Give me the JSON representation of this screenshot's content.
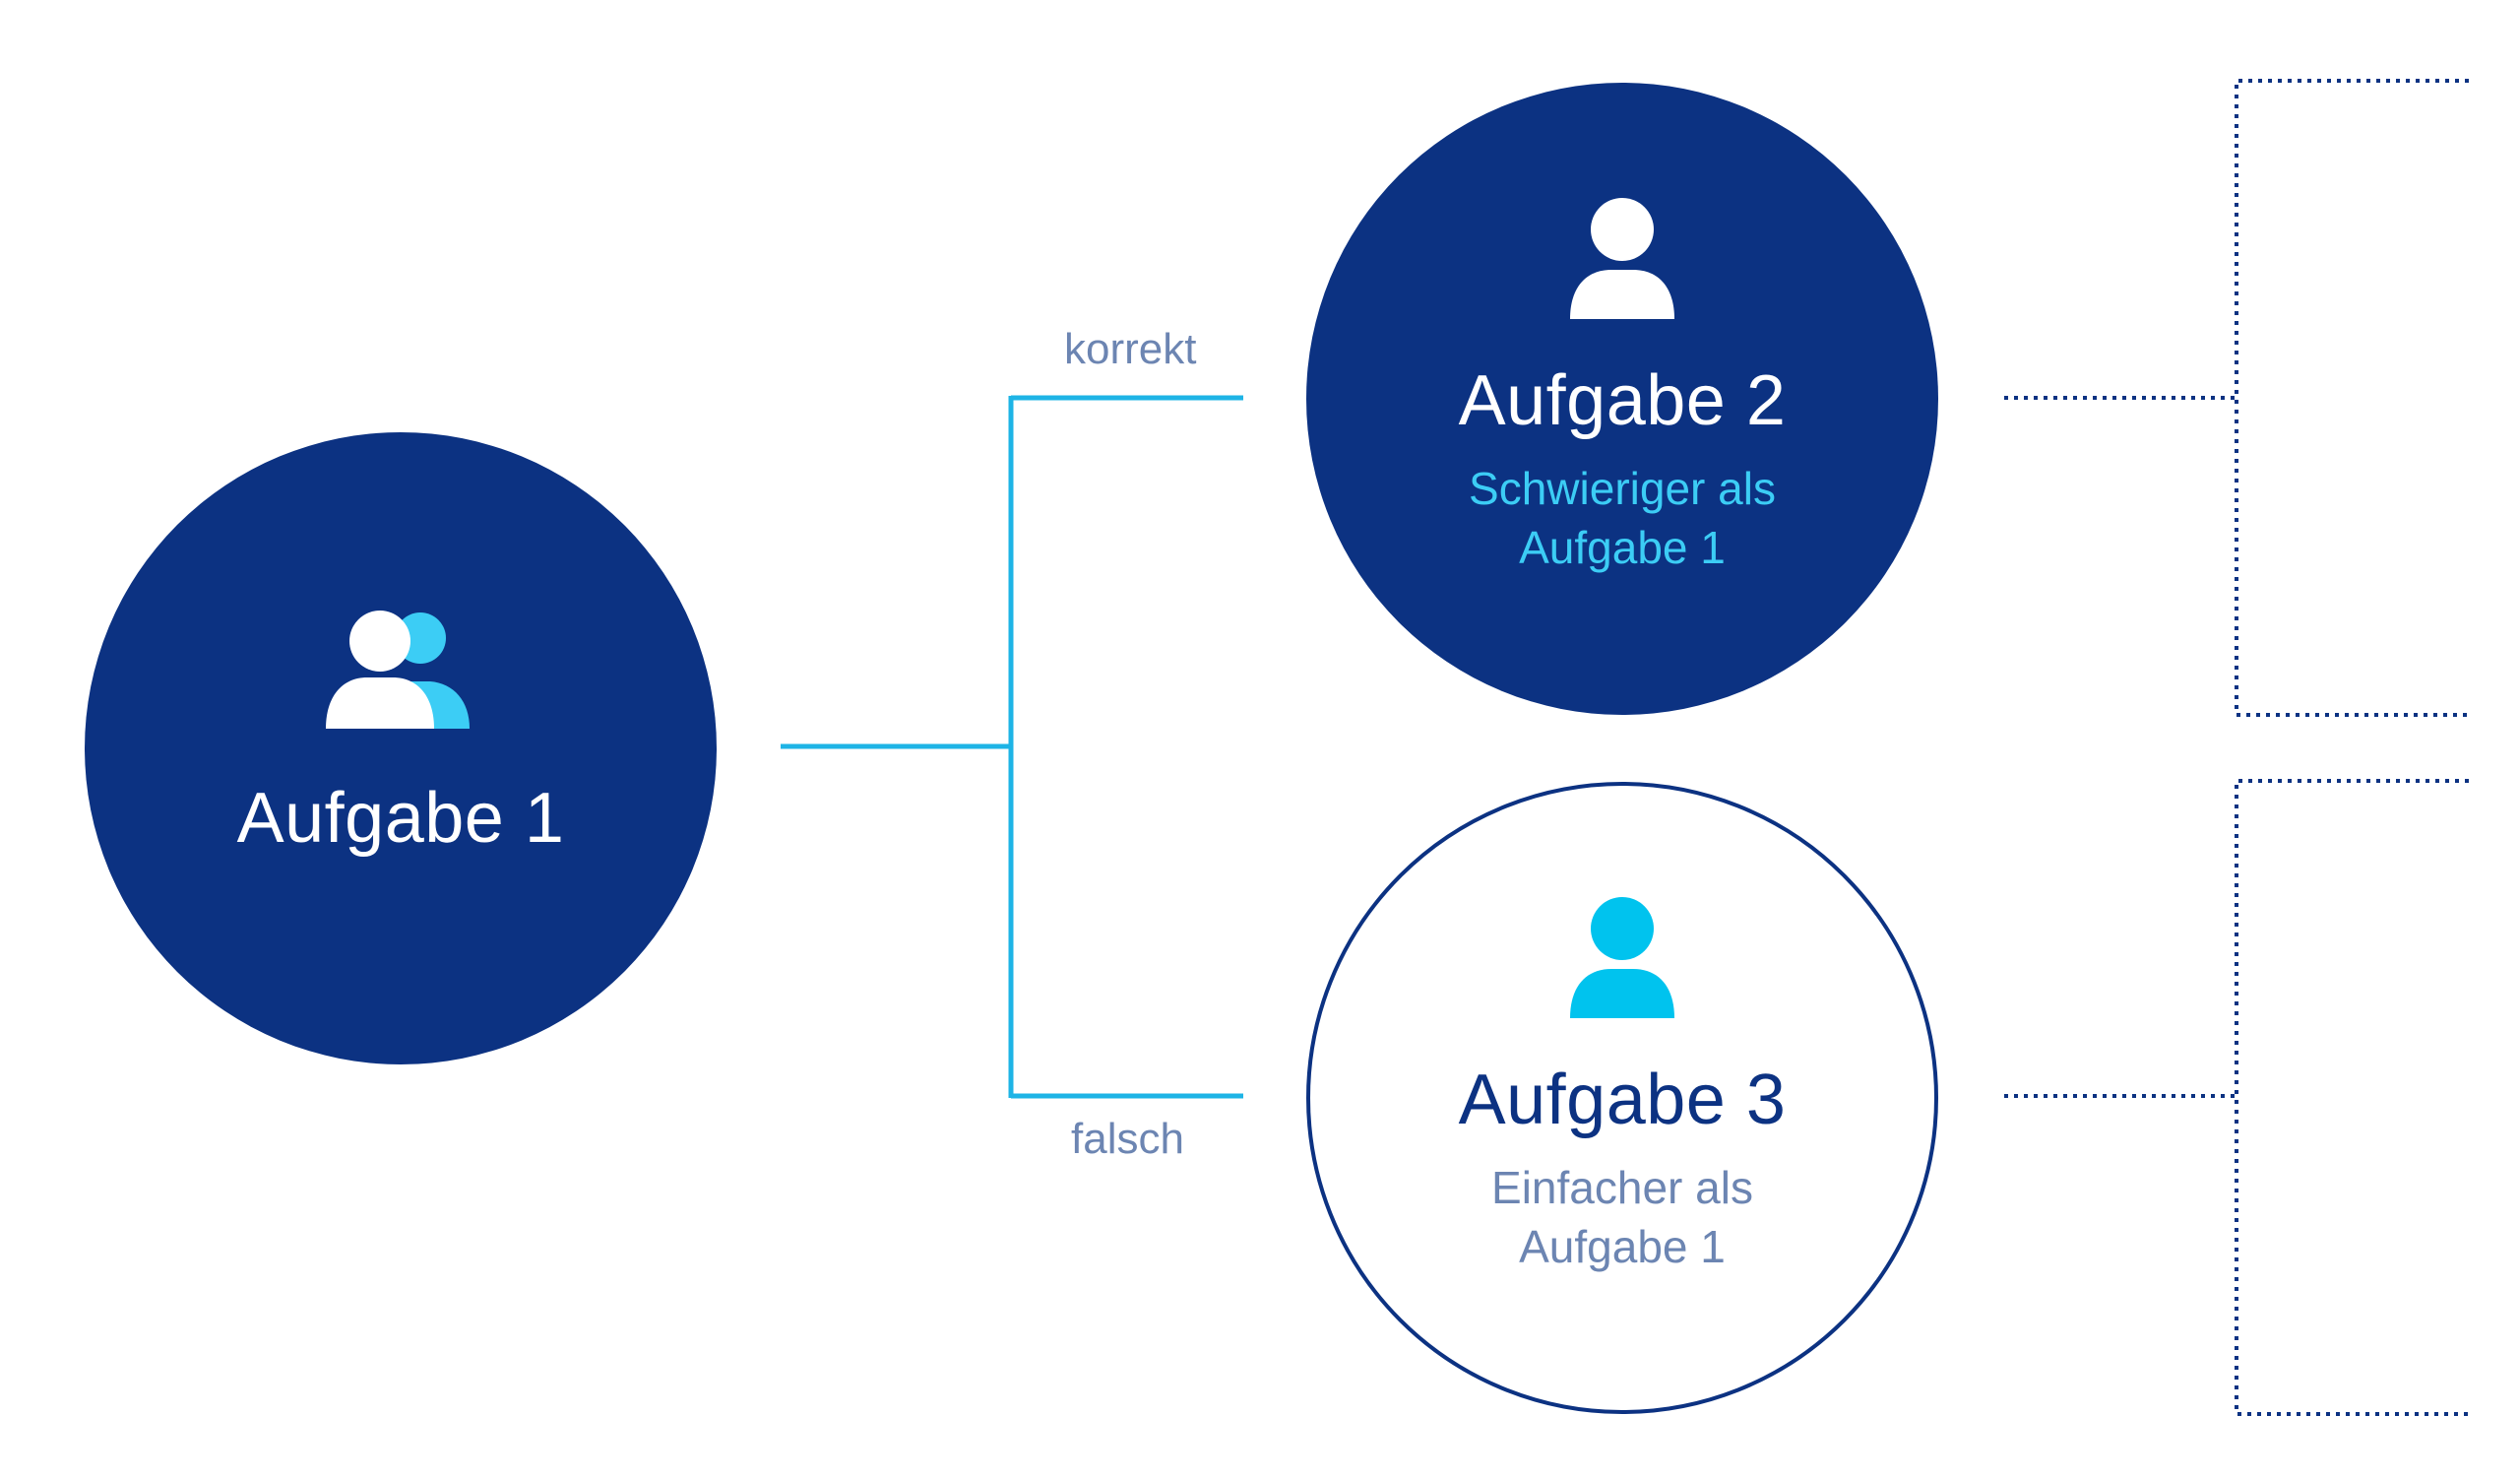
{
  "colors": {
    "navy": "#0c3282",
    "cyan": "#1eb4e6",
    "cyan_text": "#3ccdf5",
    "muted": "#6c85b2",
    "white": "#ffffff"
  },
  "nodes": [
    {
      "title": "Aufgabe 1",
      "subtitle": "",
      "icon": "users-icon",
      "style": "filled"
    },
    {
      "title": "Aufgabe 2",
      "subtitle": "Schwieriger als Aufgabe 1",
      "icon": "user-icon",
      "style": "filled"
    },
    {
      "title": "Aufgabe 3",
      "subtitle": "Einfacher als Aufgabe 1",
      "icon": "user-icon",
      "style": "outlined"
    }
  ],
  "edges": [
    {
      "label": "korrekt",
      "from": "Aufgabe 1",
      "to": "Aufgabe 2"
    },
    {
      "label": "falsch",
      "from": "Aufgabe 1",
      "to": "Aufgabe 3"
    }
  ]
}
